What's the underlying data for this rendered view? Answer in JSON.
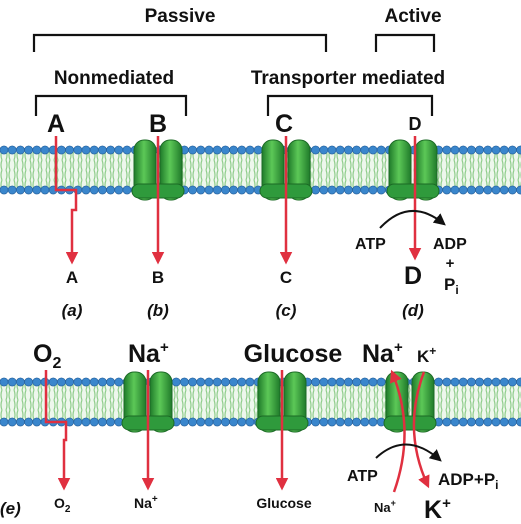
{
  "headers": {
    "passive": "Passive",
    "active": "Active",
    "nonmediated": "Nonmediated",
    "transporter": "Transporter mediated"
  },
  "top_panel": {
    "label_a_top": "A",
    "label_b_top": "B",
    "label_c_top": "C",
    "label_d_top": "D",
    "label_a_bot": "A",
    "label_b_bot": "B",
    "label_c_bot": "C",
    "label_d_bot": "D",
    "atp": "ATP",
    "adp": "ADP",
    "plus": "+",
    "pi_p": "P",
    "pi_i": "i",
    "caption_a": "(a)",
    "caption_b": "(b)",
    "caption_c": "(c)",
    "caption_d": "(d)"
  },
  "bottom_panel": {
    "o2_top": "O",
    "o2_sub": "2",
    "na_top": "Na",
    "na_top_sup": "+",
    "glucose_top": "Glucose",
    "pump_na_top": "Na",
    "pump_na_top_sup": "+",
    "pump_k_top": "K",
    "pump_k_top_sup": "+",
    "caption_e": "(e)",
    "o2_bot": "O",
    "o2_bot_sub": "2",
    "na_bot": "Na",
    "na_bot_sup": "+",
    "glucose_bot": "Glucose",
    "atp": "ATP",
    "adp_pi": "ADP+P",
    "adp_pi_sub": "i",
    "pump_na_bot": "Na",
    "pump_na_bot_sup": "+",
    "pump_k_bot": "K",
    "pump_k_bot_sup": "+"
  },
  "colors": {
    "arrow": "#e03040",
    "lipid_head": "#3a86cc",
    "lipid_tail": "#6fbf6a",
    "protein": "#2f9a3c",
    "protein_light": "#6fd06a",
    "text": "#111111"
  }
}
